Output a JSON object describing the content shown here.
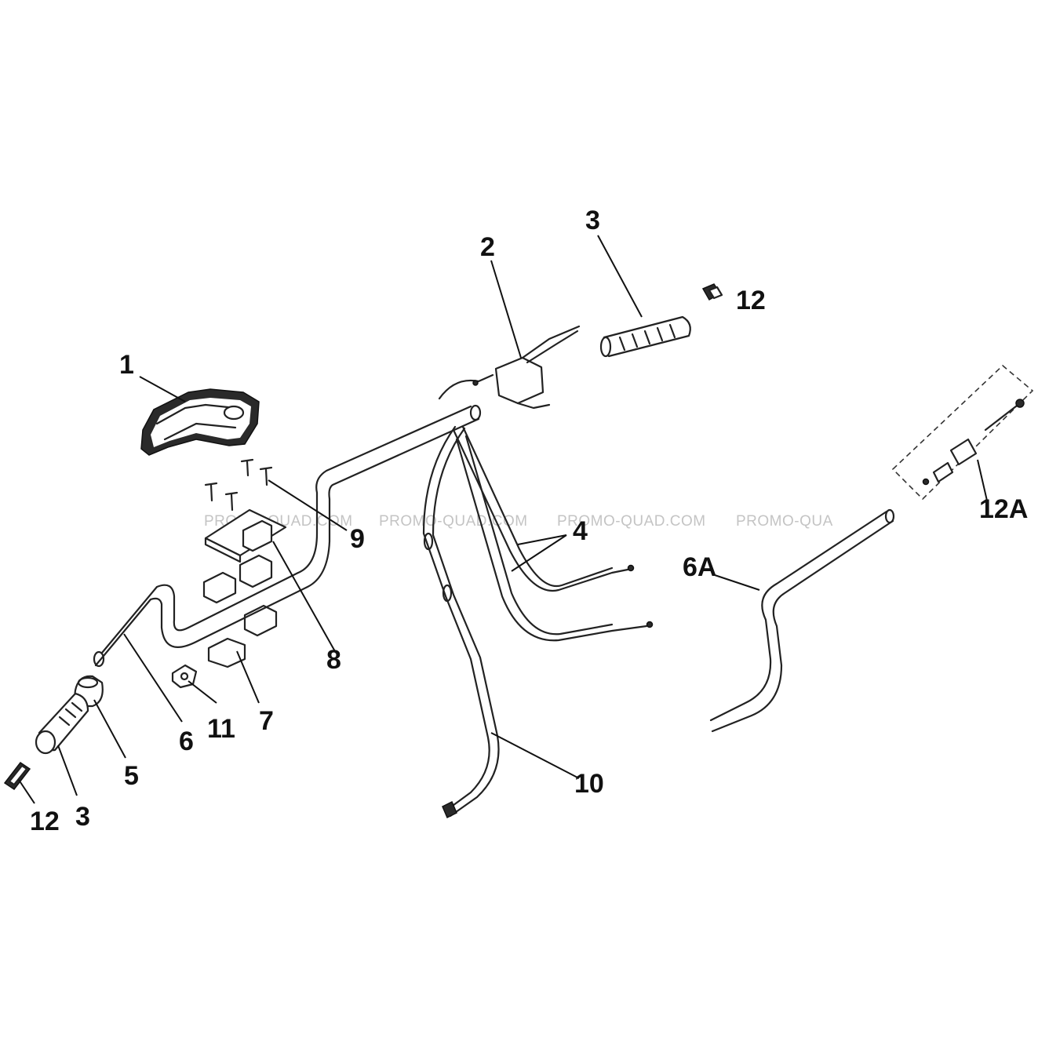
{
  "watermarks": [
    "PROMO-QUAD.COM",
    "PROMO-QUAD.COM",
    "PROMO-QUAD.COM",
    "PROMO-QUA"
  ],
  "callouts": {
    "c1": "1",
    "c2": "2",
    "c3_right": "3",
    "c12_right": "12",
    "c12A": "12A",
    "c9": "9",
    "c4": "4",
    "c6A": "6A",
    "c8": "8",
    "c7": "7",
    "c11": "11",
    "c6": "6",
    "c5": "5",
    "c3_left": "3",
    "c12_left": "12",
    "c10": "10"
  }
}
